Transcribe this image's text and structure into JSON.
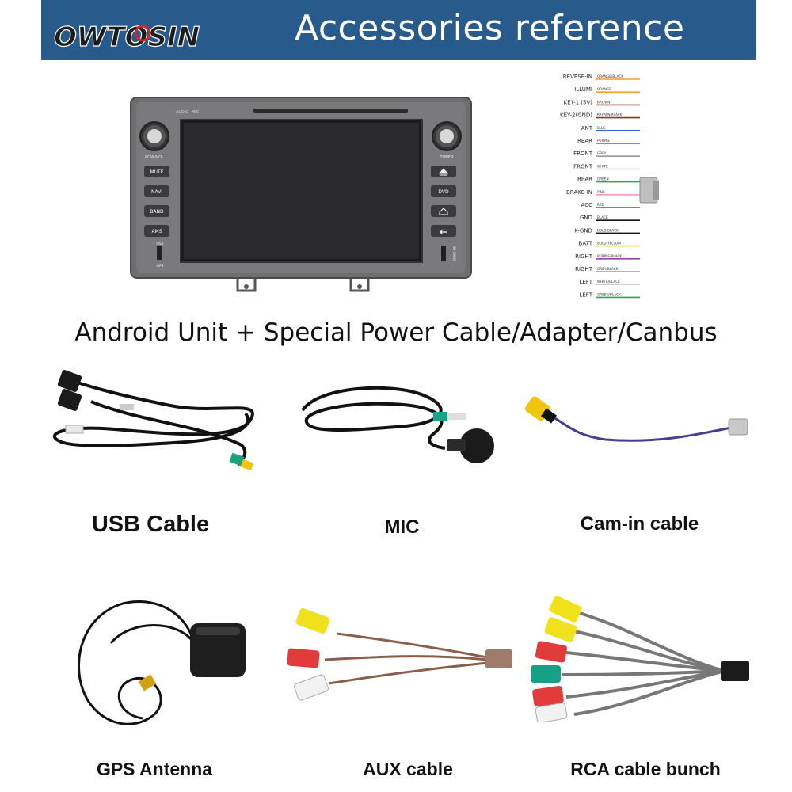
{
  "header": {
    "brand": "OWTOSIN",
    "title": "Accessories reference",
    "accent_color": "#285a8c"
  },
  "head_unit": {
    "top_labels": [
      "AUDIO",
      "MIC"
    ],
    "knob_left_label": "POW/VOL",
    "knob_right_label": "TUNER",
    "left_buttons": [
      "MUTE",
      "NAVI",
      "BAND",
      "AMS"
    ],
    "right_buttons": [
      "eject-icon",
      "DVD",
      "home-icon",
      "back-icon"
    ],
    "usb_label": "USB",
    "gps_label": "GPS",
    "sd_label": "SD CARD"
  },
  "wiring": {
    "pins": [
      {
        "name": "REVESE-IN",
        "color_label": "ORANGE/BLACK",
        "color": "#f0a030"
      },
      {
        "name": "ILLUMI",
        "color_label": "ORANGE",
        "color": "#f5a623"
      },
      {
        "name": "KEY-1 (5V)",
        "color_label": "BROWN",
        "color": "#8b5a2b"
      },
      {
        "name": "KEY-2(GND)",
        "color_label": "BROWN/BLACK",
        "color": "#6b4423"
      },
      {
        "name": "ANT",
        "color_label": "BLUE",
        "color": "#2a5bd7"
      },
      {
        "name": "REAR",
        "color_label": "PURPLE",
        "color": "#8e44ad"
      },
      {
        "name": "FRONT",
        "color_label": "GREY",
        "color": "#999999"
      },
      {
        "name": "FRONT",
        "color_label": "WHITE",
        "color": "#dddddd"
      },
      {
        "name": "REAR",
        "color_label": "GREEN",
        "color": "#27a844"
      },
      {
        "name": "BRAKE-IN",
        "color_label": "PINK",
        "color": "#f39bbf"
      },
      {
        "name": "ACC",
        "color_label": "RED",
        "color": "#e02020"
      },
      {
        "name": "GND",
        "color_label": "BLACK",
        "color": "#111111"
      },
      {
        "name": "K-GND",
        "color_label": "BOLD BLACK",
        "color": "#111111"
      },
      {
        "name": "BATT",
        "color_label": "BOLD YELLOW",
        "color": "#f2d21b"
      },
      {
        "name": "RIGHT",
        "color_label": "PURPLE/BLACK",
        "color": "#8e44ad"
      },
      {
        "name": "RIGHT",
        "color_label": "GREY/BLACK",
        "color": "#999999"
      },
      {
        "name": "LEFT",
        "color_label": "WHITE/BLACK",
        "color": "#cccccc"
      },
      {
        "name": "LEFT",
        "color_label": "GREEN/BLACK",
        "color": "#27a844"
      }
    ]
  },
  "captions": {
    "main": "Android Unit + Special Power Cable/Adapter/Canbus",
    "usb": "USB Cable",
    "mic": "MIC",
    "cam": "Cam-in cable",
    "gps": "GPS Antenna",
    "aux": "AUX cable",
    "rca": "RCA cable bunch"
  }
}
